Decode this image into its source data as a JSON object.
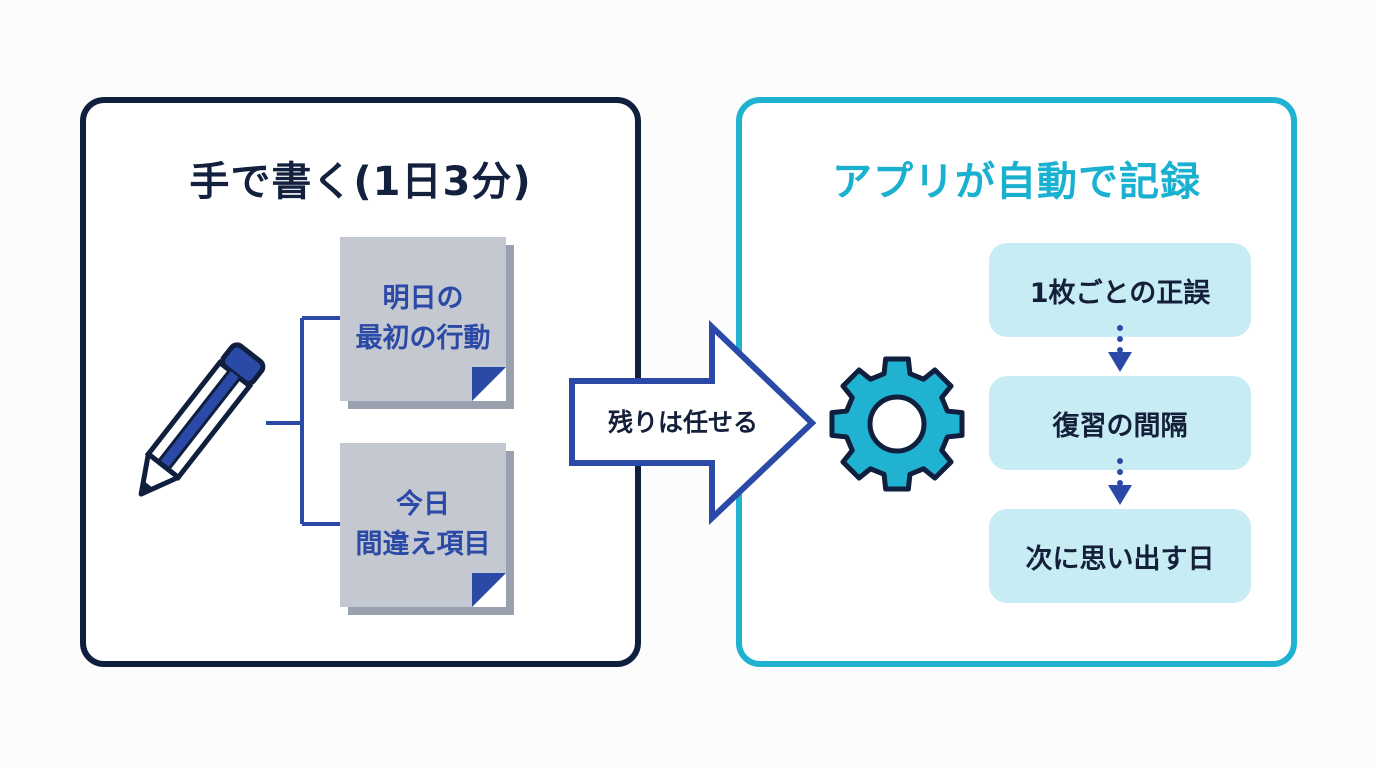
{
  "left_panel": {
    "title": "手で書く(1日3分)",
    "notes": [
      {
        "text": "明日の\n最初の行動"
      },
      {
        "text": "今日\n間違え項目"
      }
    ]
  },
  "arrow": {
    "label": "残りは任せる"
  },
  "right_panel": {
    "title": "アプリが自動で記録",
    "steps": [
      {
        "label": "1枚ごとの正誤"
      },
      {
        "label": "復習の間隔"
      },
      {
        "label": "次に思い出す日"
      }
    ]
  },
  "icons": {
    "left": "pencil-icon",
    "right": "gear-icon"
  },
  "colors": {
    "navy": "#0f1f3d",
    "royal_blue": "#2b49a6",
    "cyan": "#1fb3d1",
    "note_gray": "#c4c8d0",
    "step_fill": "#c8ecf4"
  }
}
